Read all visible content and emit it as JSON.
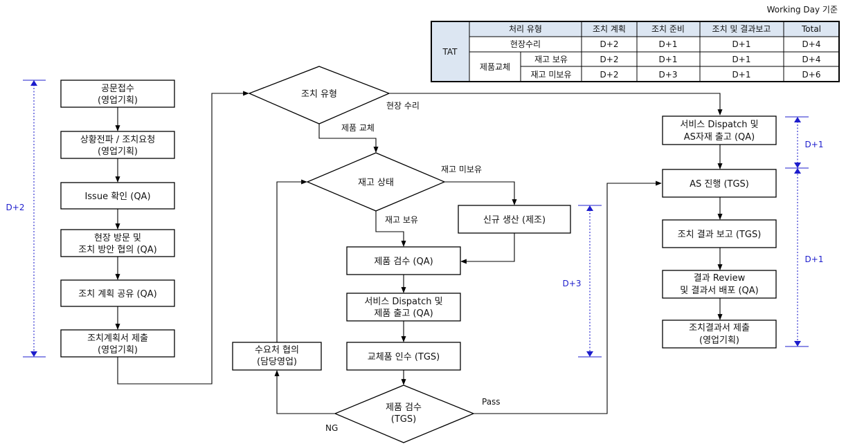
{
  "header_note": "Working Day 기준",
  "table": {
    "corner": "TAT",
    "headers": [
      "처리 유형",
      "조치 계획",
      "조치 준비",
      "조치 및 결과보고",
      "Total"
    ],
    "row_onsite": {
      "label": "현장수리",
      "values": [
        "D+2",
        "D+1",
        "D+1",
        "D+4"
      ]
    },
    "group_label": "제품교체",
    "row_stock": {
      "label": "재고 보유",
      "values": [
        "D+2",
        "D+1",
        "D+1",
        "D+4"
      ]
    },
    "row_nostock": {
      "label": "재고 미보유",
      "values": [
        "D+2",
        "D+3",
        "D+1",
        "D+6"
      ]
    }
  },
  "left": {
    "n1": [
      "공문접수",
      "(영업기획)"
    ],
    "n2": [
      "상황전파 / 조치요청",
      "(영업기획)"
    ],
    "n3": [
      "Issue 확인 (QA)"
    ],
    "n4": [
      "현장 방문 및",
      "조치 방안 협의 (QA)"
    ],
    "n5": [
      "조치 계획 공유 (QA)"
    ],
    "n6": [
      "조치계획서 제출",
      "(영업기획)"
    ]
  },
  "middle": {
    "d_type": "조치 유형",
    "l_onsite": "현장 수리",
    "l_replace": "제품 교체",
    "d_stock": "재고 상태",
    "l_nostock": "재고 미보유",
    "l_stock": "재고 보유",
    "new_prod": "신규 생산 (제조)",
    "inspect": "제품 검수 (QA)",
    "dispatch": [
      "서비스 Dispatch 및",
      "제품 출고 (QA)"
    ],
    "receive": "교체품 인수 (TGS)",
    "consult": [
      "수요처 협의",
      "(담당영업)"
    ],
    "d_inspect": [
      "제품 검수",
      "(TGS)"
    ],
    "l_pass": "Pass",
    "l_ng": "NG"
  },
  "right": {
    "r1": [
      "서비스 Dispatch 및",
      "AS자재 출고 (QA)"
    ],
    "r2": "AS 진행 (TGS)",
    "r3": "조치 결과 보고 (TGS)",
    "r4": [
      "결과 Review",
      "및 결과서 배포 (QA)"
    ],
    "r5": [
      "조치결과서 제출",
      "(영업기획)"
    ]
  },
  "durations": {
    "left": "D+2",
    "middle": "D+3",
    "right_top": "D+1",
    "right_bottom": "D+1"
  },
  "colors": {
    "duration_blue": "#1c1ccc",
    "table_header": "#dce6f2"
  }
}
